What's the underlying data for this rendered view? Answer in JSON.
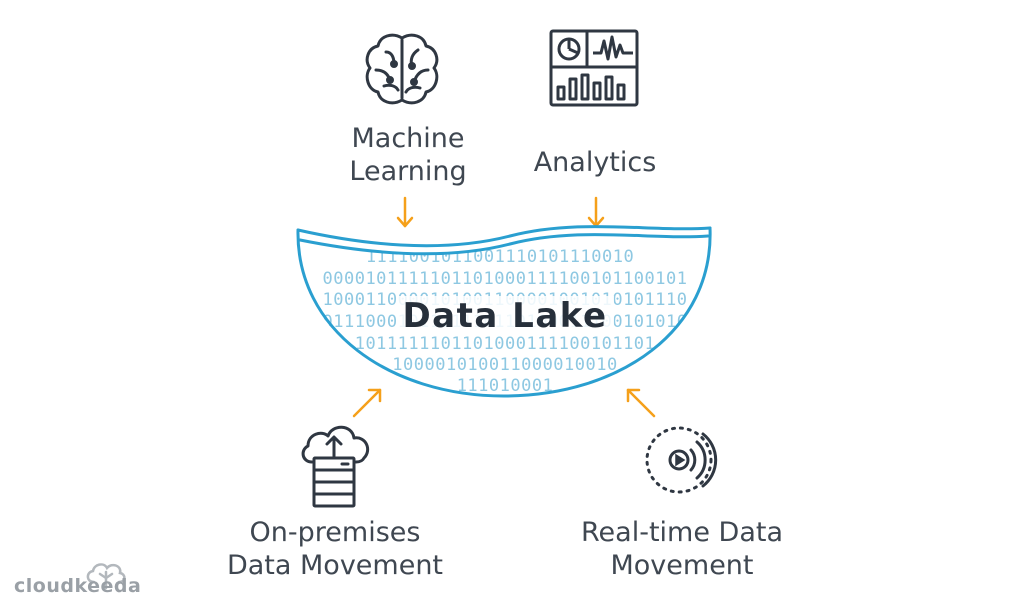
{
  "nodes": {
    "machine_learning": {
      "line1": "Machine",
      "line2": "Learning",
      "icon": "brain-icon"
    },
    "analytics": {
      "line1": "Analytics",
      "icon": "dashboard-icon"
    },
    "on_premises": {
      "line1": "On-premises",
      "line2": "Data Movement",
      "icon": "cloud-upload-server-icon"
    },
    "real_time": {
      "line1": "Real-time Data",
      "line2": "Movement",
      "icon": "stream-signal-icon"
    }
  },
  "lake": {
    "title": "Data Lake",
    "bits": [
      "1111001011001110101110010",
      "0000101111101101000111100101100101",
      "1000110000101001100001001010101110",
      "101110001011111101101000111001010101",
      "1011111101101000111100101101",
      "100001010011000010010",
      "111010001"
    ]
  },
  "colors": {
    "arrow": "#f5a01a",
    "lake_stroke": "#2a9fd0",
    "lake_bits": "#8ec8e2",
    "text": "#3f4751"
  },
  "brand": {
    "name": "cloudkeeda",
    "icon": "cloud-tree-icon"
  }
}
